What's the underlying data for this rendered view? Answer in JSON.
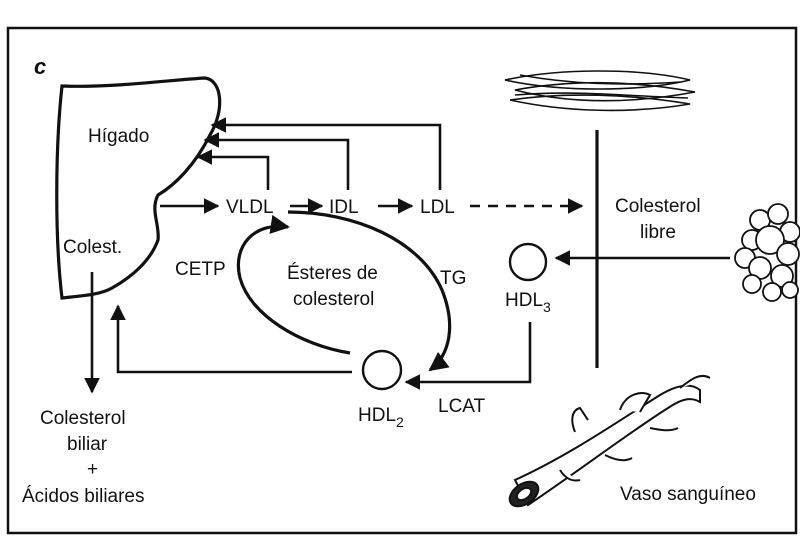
{
  "panel_letter": "c",
  "labels": {
    "liver": "Hígado",
    "liver_cholesterol": "Colest.",
    "vldl": "VLDL",
    "idl": "IDL",
    "ldl": "LDL",
    "cetp": "CETP",
    "esters_line1": "Ésteres de",
    "esters_line2": "colesterol",
    "tg": "TG",
    "hdl3": "HDL",
    "hdl3_sub": "3",
    "hdl2": "HDL",
    "hdl2_sub": "2",
    "lcat": "LCAT",
    "free_chol_line1": "Colesterol",
    "free_chol_line2": "libre",
    "bile_line1": "Colesterol",
    "bile_line2": "biliar",
    "bile_plus": "+",
    "bile_line3": "Ácidos biliares",
    "vessel": "Vaso sanguíneo"
  }
}
